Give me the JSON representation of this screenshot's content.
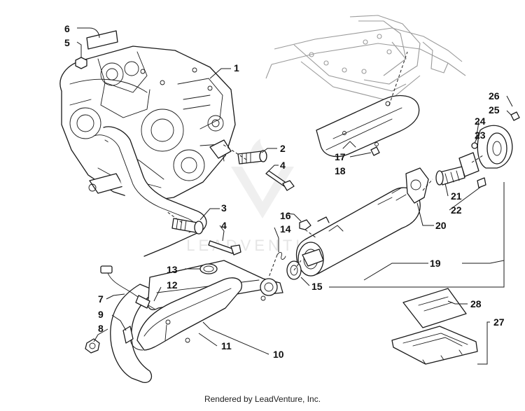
{
  "diagram": {
    "footer": "Rendered by LeadVenture, Inc.",
    "watermark": "LEADVENTURE",
    "colors": {
      "line": "#1a1a1a",
      "frame": "#9a9a9a",
      "background": "#ffffff",
      "watermark": "#dcdcdc"
    },
    "callouts": {
      "c1": "1",
      "c2": "2",
      "c3": "3",
      "c4a": "4",
      "c4b": "4",
      "c5": "5",
      "c6": "6",
      "c7": "7",
      "c8": "8",
      "c9": "9",
      "c10": "10",
      "c11": "11",
      "c12": "12",
      "c13": "13",
      "c14": "14",
      "c15": "15",
      "c16": "16",
      "c17": "17",
      "c18": "18",
      "c19": "19",
      "c20": "20",
      "c21": "21",
      "c22": "22",
      "c23": "23",
      "c24": "24",
      "c25": "25",
      "c26": "26",
      "c27": "27",
      "c28": "28"
    }
  }
}
